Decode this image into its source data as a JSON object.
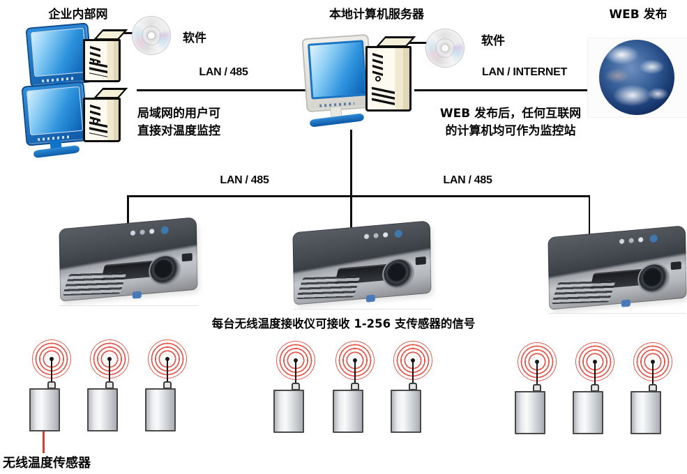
{
  "titles": {
    "intranet": "企业内部网",
    "server": "本地计算机服务器",
    "web": "WEB 发布"
  },
  "labels": {
    "software_left": "软件",
    "software_center": "软件",
    "lan485_top": "LAN / 485",
    "lan_internet": "LAN / INTERNET",
    "lan485_bus_left": "LAN / 485",
    "lan485_bus_right": "LAN / 485",
    "sensor": "无线温度传感器"
  },
  "notes": {
    "intranet_line1": "局域网的用户可",
    "intranet_line2": "直接对温度监控",
    "web_line1": "WEB 发布后，任何互联网",
    "web_line2": "的计算机均可作为监控站",
    "receiver_capacity": "每台无线温度接收仪可接收 1-256 支传感器的信号"
  },
  "colors": {
    "line": "#0d0d0d",
    "signal_ring_red": "#e23e32",
    "pointer_red": "#e23a2e",
    "monitor_blue": "#1173c8",
    "tower_cream": "#fbf7e8"
  },
  "counts": {
    "workstations": 2,
    "receivers": 3,
    "sensor_groups": 3,
    "sensors_per_group": 3
  }
}
